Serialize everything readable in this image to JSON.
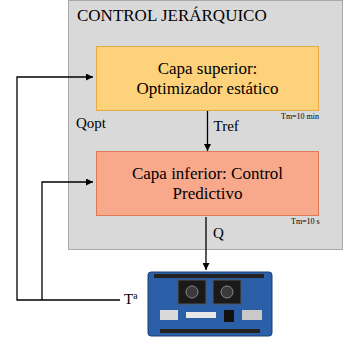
{
  "diagram": {
    "nodes": [
      {
        "text": [
          "CONTROL JERÁRQUICO"
        ]
      },
      {
        "text": [
          "Capa superior: Optimizador estático"
        ],
        "in": 0
      },
      {
        "text": [
          "Capa inferior: Control Predictivo"
        ],
        "in": 0
      }
    ],
    "edges": [
      {
        "from": 1,
        "to": 2,
        "arrow": "to",
        "label": "Tref"
      }
    ],
    "labels": [
      "Qopt",
      "Tm=10 min",
      "Tm=10 s",
      "Q",
      "Tª"
    ]
  }
}
